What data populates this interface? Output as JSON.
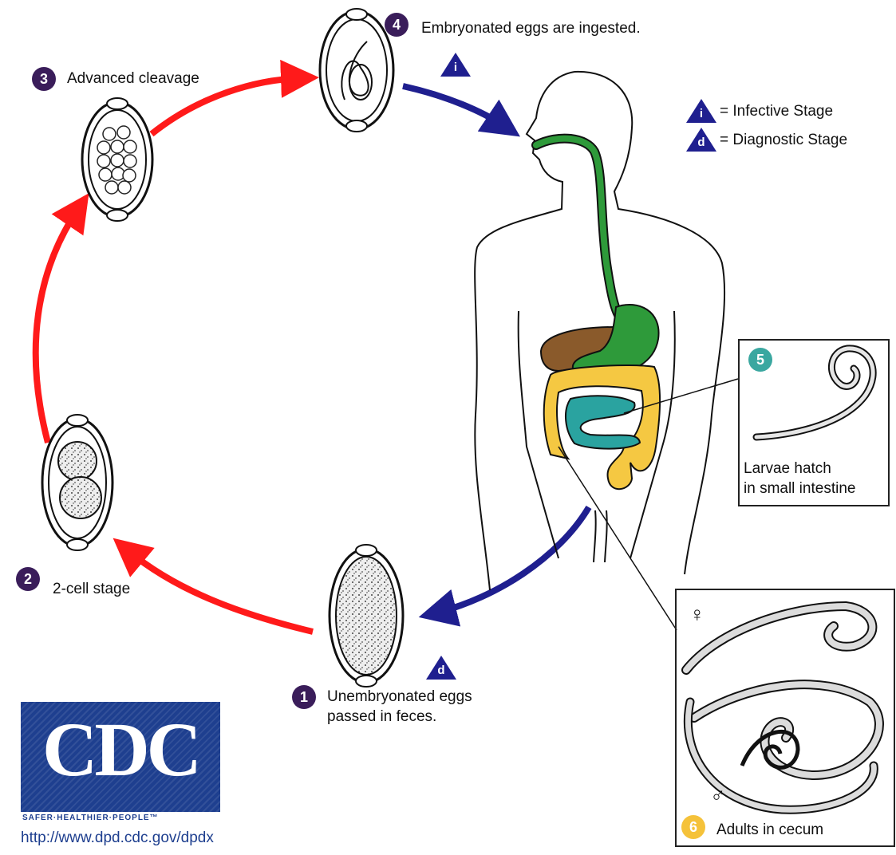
{
  "stages": {
    "s1": {
      "number": "1",
      "line1": "Unembryonated eggs",
      "line2": "passed in feces."
    },
    "s2": {
      "number": "2",
      "label": "2-cell stage"
    },
    "s3": {
      "number": "3",
      "label": "Advanced cleavage"
    },
    "s4": {
      "number": "4",
      "label": "Embryonated eggs are ingested."
    },
    "s5": {
      "number": "5",
      "line1": "Larvae hatch",
      "line2": "in small intestine"
    },
    "s6": {
      "number": "6",
      "label": "Adults in cecum"
    }
  },
  "legend": {
    "infective_letter": "i",
    "infective_text": "= Infective Stage",
    "diagnostic_letter": "d",
    "diagnostic_text": "= Diagnostic Stage"
  },
  "symbols": {
    "female": "♀",
    "male": "♂"
  },
  "logo": {
    "letters": "CDC",
    "tagline": "SAFER·HEALTHIER·PEOPLE™",
    "url": "http://www.dpd.cdc.gov/dpdx"
  },
  "colors": {
    "red_arrow": "#ff1a1a",
    "blue_arrow": "#1f1f8f",
    "stage_badge": "#3a1d5a",
    "larva_badge": "#3aa7a0",
    "adult_badge": "#f5c23a",
    "esophagus_stomach": "#2e9a3a",
    "liver": "#8a5a2b",
    "colon": "#f5c842",
    "small_intestine": "#2aa3a0",
    "logo_blue": "#1e3f8f"
  }
}
